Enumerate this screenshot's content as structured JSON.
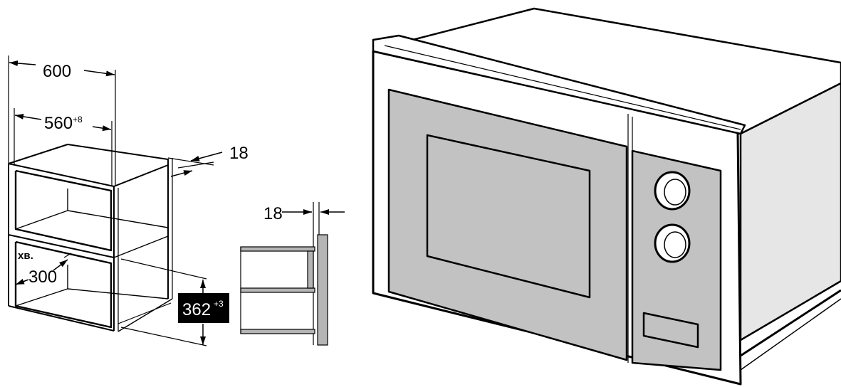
{
  "dimensions": {
    "width": {
      "value": "600"
    },
    "inner_width": {
      "value": "560",
      "tolerance": "+8"
    },
    "panel_thickness_top": {
      "value": "18"
    },
    "side_panel_thickness": {
      "value": "18"
    },
    "depth": {
      "prefix": "хв.",
      "value": "300"
    },
    "niche_height": {
      "value": "362",
      "tolerance": "+3"
    }
  },
  "colors": {
    "line": "#000000",
    "panel_grey": "#b5b5b5",
    "window_grey": "#c2c2c2",
    "body_grey": "#e6e6e6",
    "label_bg": "#000000"
  }
}
